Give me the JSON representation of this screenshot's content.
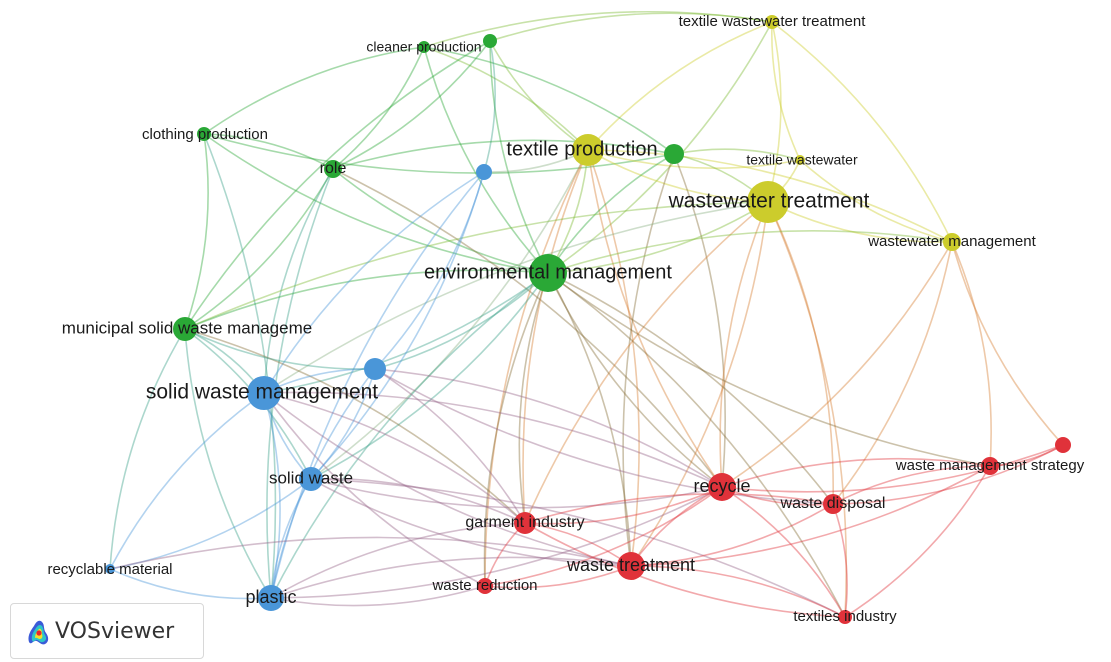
{
  "network": {
    "clusters": {
      "red": "#e0323a",
      "green": "#2aa836",
      "blue": "#4a96d8",
      "yellow": "#cccc2c"
    },
    "nodes": [
      {
        "id": "textile_wastewater_treatment",
        "label": "textile wastewater treatment",
        "cluster": "yellow"
      },
      {
        "id": "cleaner_production",
        "label": "cleaner production",
        "cluster": "green"
      },
      {
        "id": "clothing_production",
        "label": "clothing production",
        "cluster": "green"
      },
      {
        "id": "role",
        "label": "role",
        "cluster": "green"
      },
      {
        "id": "textile_production",
        "label": "textile production",
        "cluster": "yellow"
      },
      {
        "id": "textile_wastewater",
        "label": "textile wastewater",
        "cluster": "yellow"
      },
      {
        "id": "wastewater_treatment",
        "label": "wastewater treatment",
        "cluster": "yellow"
      },
      {
        "id": "wastewater_management",
        "label": "wastewater management",
        "cluster": "yellow"
      },
      {
        "id": "environmental_management",
        "label": "environmental management",
        "cluster": "green"
      },
      {
        "id": "municipal_swm",
        "label": "municipal solid waste manageme",
        "cluster": "green"
      },
      {
        "id": "solid_waste_management",
        "label": "solid waste management",
        "cluster": "blue"
      },
      {
        "id": "solid_waste",
        "label": "solid waste",
        "cluster": "blue"
      },
      {
        "id": "recycle",
        "label": "recycle",
        "cluster": "red"
      },
      {
        "id": "waste_management_strategy",
        "label": "waste management strategy",
        "cluster": "red"
      },
      {
        "id": "waste_disposal",
        "label": "waste disposal",
        "cluster": "red"
      },
      {
        "id": "garment_industry",
        "label": "garment industry",
        "cluster": "red"
      },
      {
        "id": "recyclable_material",
        "label": "recyclable material",
        "cluster": "blue"
      },
      {
        "id": "waste_treatment",
        "label": "waste treatment",
        "cluster": "red"
      },
      {
        "id": "waste_reduction",
        "label": "waste reduction",
        "cluster": "red"
      },
      {
        "id": "plastic",
        "label": "plastic",
        "cluster": "blue"
      },
      {
        "id": "textiles_industry",
        "label": "textiles industry",
        "cluster": "red"
      },
      {
        "id": "green_unlabeled_top",
        "label": "",
        "cluster": "green"
      },
      {
        "id": "green_unlabeled_mid",
        "label": "",
        "cluster": "green"
      },
      {
        "id": "blue_unlabeled_top",
        "label": "",
        "cluster": "blue"
      },
      {
        "id": "blue_unlabeled_mid",
        "label": "",
        "cluster": "blue"
      },
      {
        "id": "red_unlabeled_right",
        "label": "",
        "cluster": "red"
      }
    ]
  },
  "branding": {
    "name": "VOSviewer",
    "icon": "vosviewer-logo-icon"
  }
}
